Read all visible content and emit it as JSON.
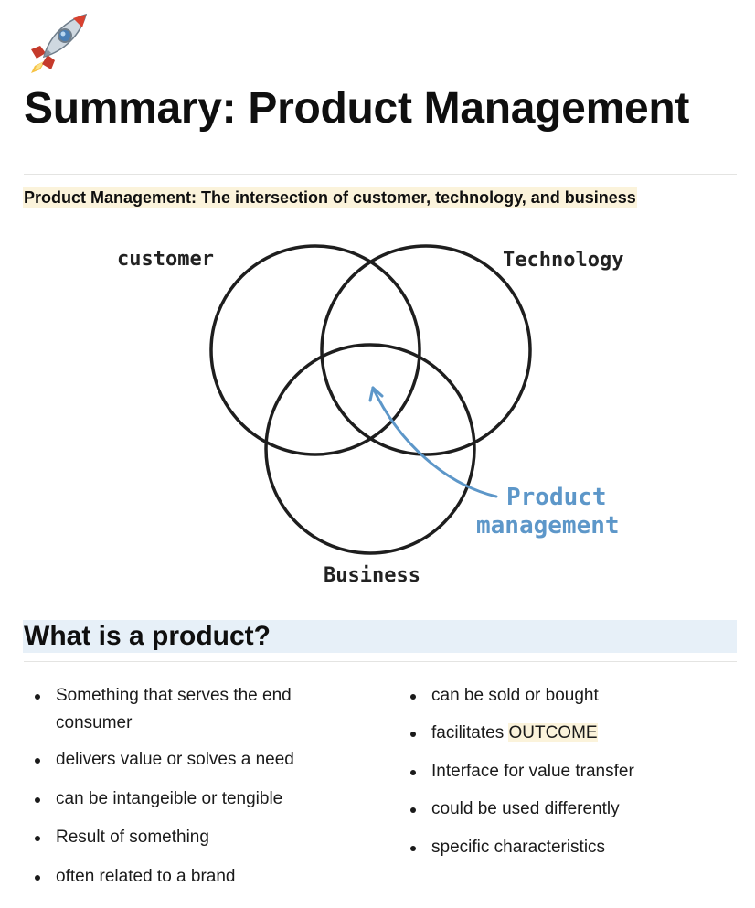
{
  "page": {
    "icon": "rocket-icon",
    "title": "Summary: Product Management"
  },
  "callout": {
    "text": "Product Management: The intersection of customer, technology, and business"
  },
  "venn": {
    "labels": {
      "customer": "customer",
      "technology": "Technology",
      "business": "Business",
      "product_line1": "Product",
      "product_line2": "management"
    },
    "colors": {
      "circle_stroke": "#1e1e1e",
      "arrow": "#5d97c9"
    }
  },
  "section": {
    "heading": "What is a product?",
    "heading_bg": "#e7f0f8",
    "left_items": [
      "Something that serves the end consumer",
      "delivers value or solves a need",
      "can be intangeible or tengible",
      "Result of something",
      "often related to a brand"
    ],
    "right_items": [
      {
        "text": "can be sold or bought"
      },
      {
        "prefix": "facilitates ",
        "highlight": "OUTCOME"
      },
      {
        "text": "Interface for value transfer"
      },
      {
        "text": "could be used differently"
      },
      {
        "text": "specific characteristics"
      }
    ],
    "highlight_color": "#fbf3db"
  }
}
